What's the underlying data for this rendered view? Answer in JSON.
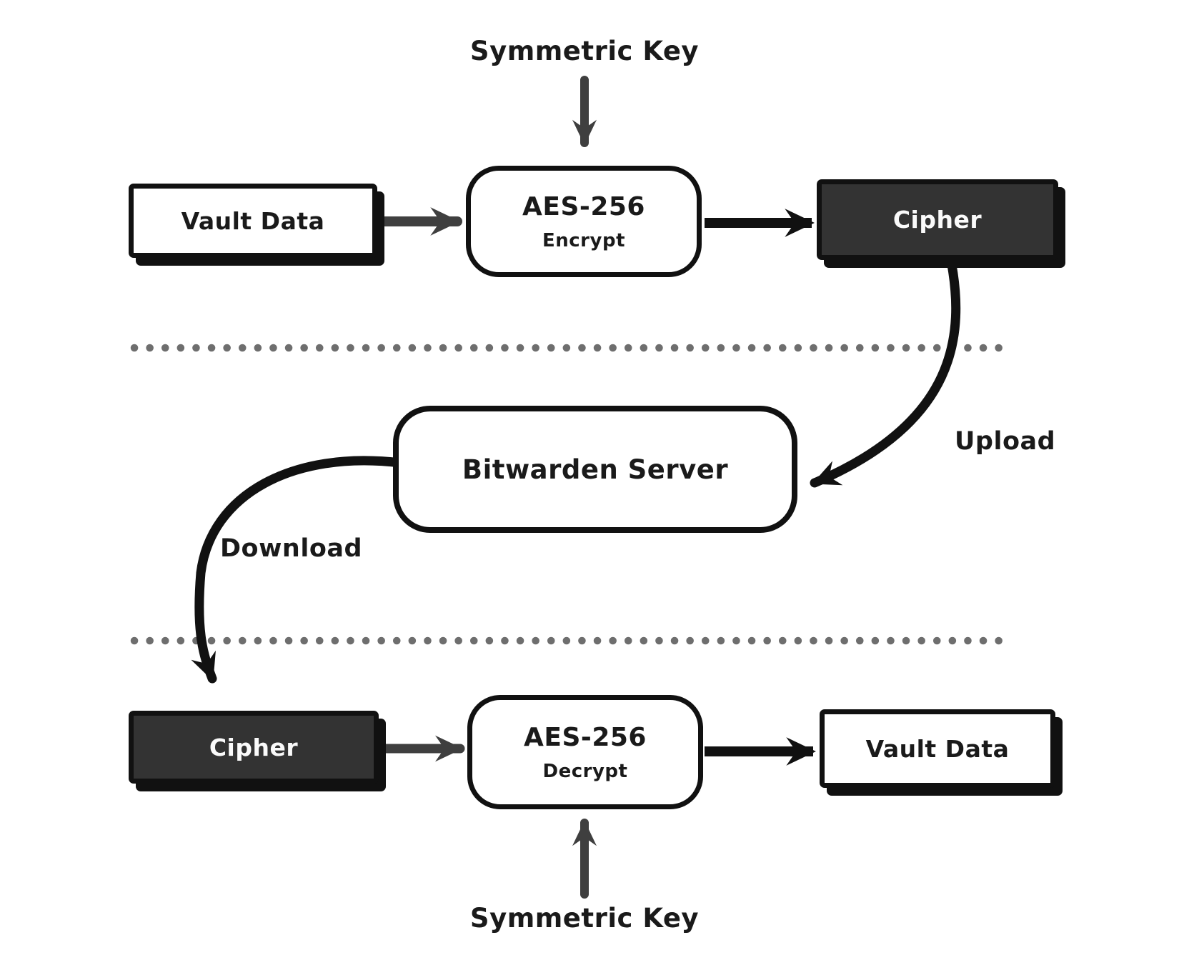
{
  "diagram": {
    "colors": {
      "ink": "#111111",
      "arrow_gray": "#3f3f3f",
      "box_dark_fill": "#333333",
      "dark_box_text": "#fafafa",
      "dot_gray": "#6e6e6e",
      "text": "#1a1a1a",
      "background": "#ffffff"
    },
    "top": {
      "symmetric_key_label": "Symmetric Key",
      "vault_data_label": "Vault Data",
      "aes_title": "AES-256",
      "aes_subtitle": "Encrypt",
      "cipher_label": "Cipher"
    },
    "middle": {
      "server_label": "Bitwarden Server",
      "upload_label": "Upload",
      "download_label": "Download"
    },
    "bottom": {
      "cipher_label": "Cipher",
      "aes_title": "AES-256",
      "aes_subtitle": "Decrypt",
      "vault_data_label": "Vault Data",
      "symmetric_key_label": "Symmetric Key"
    }
  }
}
